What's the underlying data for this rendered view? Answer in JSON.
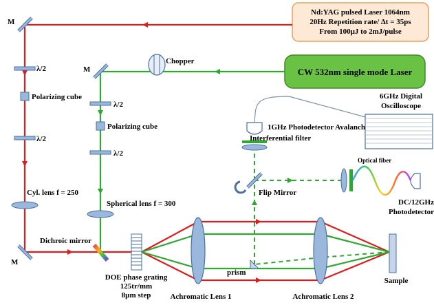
{
  "lasers": {
    "ndyag_lines": [
      "Nd:YAG pulsed Laser 1064nm",
      "20Hz Repetition rate/ Δt = 35ps",
      "From 100µJ to 2mJ/pulse"
    ],
    "cw_label": "CW 532nm single mode Laser"
  },
  "labels": {
    "mirror_top": "M",
    "mirror_green": "M",
    "mirror_bottom": "M",
    "half_wave_1": "λ/2",
    "half_wave_2": "λ/2",
    "half_wave_3": "λ/2",
    "half_wave_4": "λ/2",
    "pol_cube_red": "Polarizing cube",
    "pol_cube_green": "Polarizing cube",
    "chopper": "Chopper",
    "cyl_lens": "Cyl. lens f = 250",
    "spherical_lens": "Spherical lens f = 300",
    "dichroic": "Dichroic mirror",
    "doe_lines": [
      "DOE  phase grating",
      "125tr/mm",
      "8µm step"
    ],
    "achromatic_1": "Achromatic Lens 1",
    "achromatic_2": "Achromatic Lens 2",
    "prism": "prism",
    "sample": "Sample",
    "photodetector_avalanche": "1GHz Photodetector Avalanche",
    "interferential_filter": "Interferential filter",
    "flip_mirror": "Flip Mirror",
    "optical_fiber": "Optical fiber",
    "oscilloscope_lines": [
      "6GHz Digital",
      "Oscilloscope"
    ],
    "dc_photodetector_lines": [
      "DC/12GHz",
      "Photodetector"
    ]
  },
  "colors": {
    "red_beam": "#e01b1b",
    "green_beam": "#2ea82e",
    "optic_fill": "#9ab7dc",
    "optic_stroke": "#4a6fa0",
    "ndyag_fill": "#fde9d6",
    "ndyag_stroke": "#e8a05a",
    "cw_fill": "#69c244",
    "cw_stroke": "#3f8a24"
  }
}
